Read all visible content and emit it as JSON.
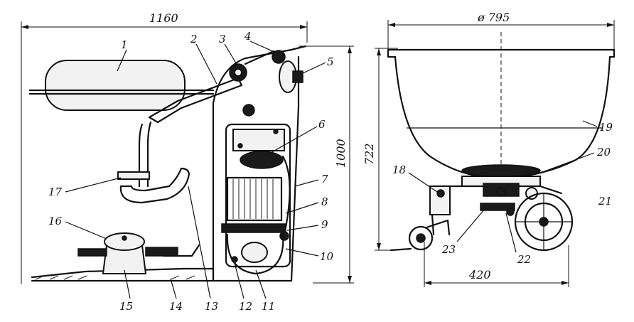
{
  "dimensions": {
    "width_left": "1160",
    "height_left": "1000",
    "bowl_diameter": "ø 795",
    "height_right": "722",
    "base_right": "420"
  },
  "labels": [
    "1",
    "2",
    "3",
    "4",
    "5",
    "6",
    "7",
    "8",
    "9",
    "10",
    "11",
    "12",
    "13",
    "14",
    "15",
    "16",
    "17",
    "18",
    "19",
    "20",
    "21",
    "22",
    "23"
  ],
  "colors": {
    "ink": "#111111",
    "paper": "#ffffff"
  }
}
